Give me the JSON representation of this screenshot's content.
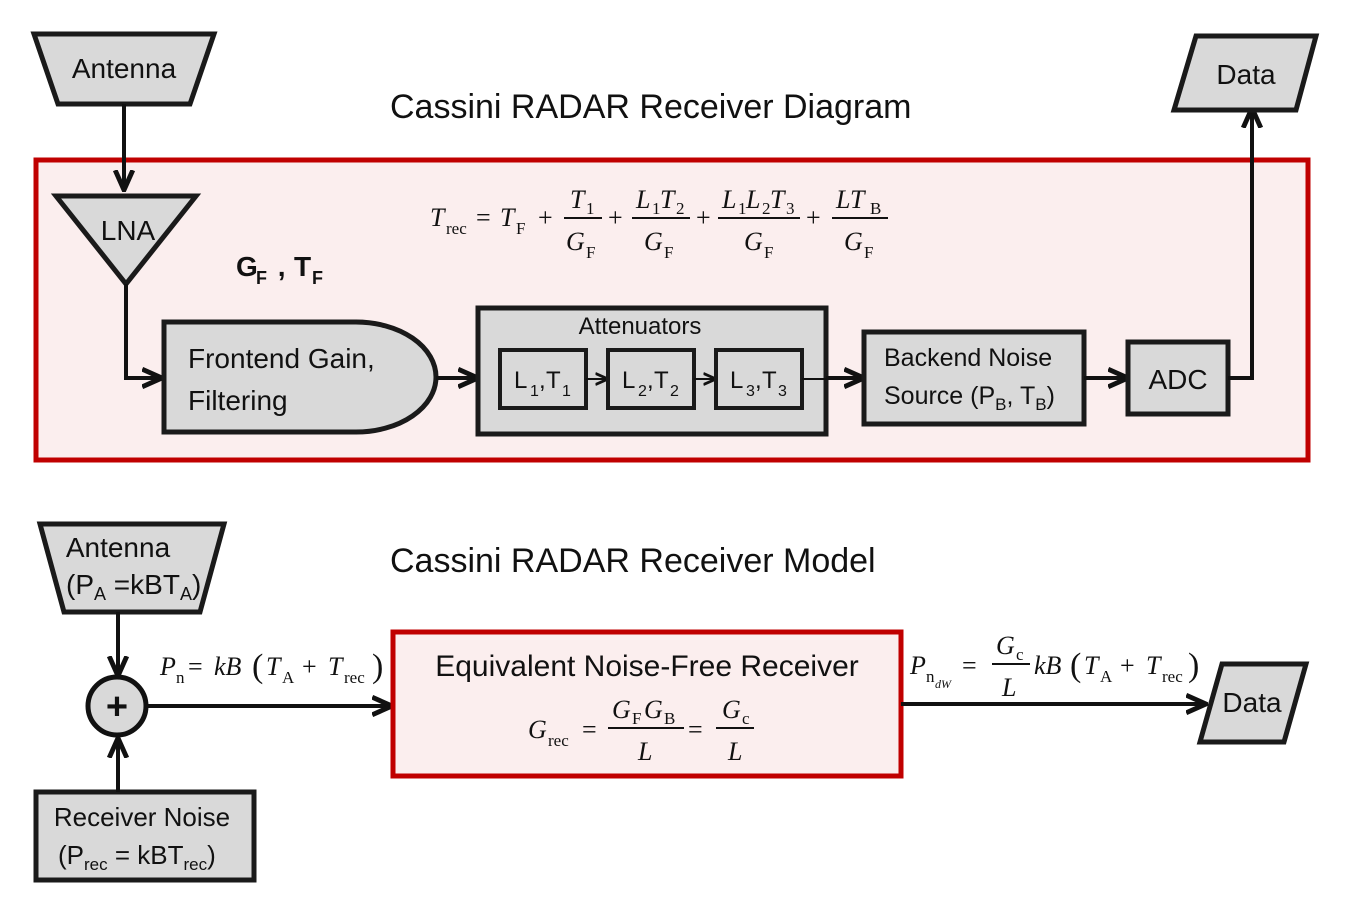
{
  "diagram": {
    "title": "Cassini RADAR Receiver Diagram",
    "antenna": "Antenna",
    "data": "Data",
    "lna": "LNA",
    "gain_label": {
      "g": "G",
      "g_sub": "F",
      "sep": " , ",
      "t": "T",
      "t_sub": "F"
    },
    "frontend": [
      "Frontend Gain,",
      "Filtering"
    ],
    "attenuators_title": "Attenuators",
    "attenuators": [
      {
        "l": "L",
        "l_sub": "1",
        "t": "T",
        "t_sub": "1"
      },
      {
        "l": "L",
        "l_sub": "2",
        "t": "T",
        "t_sub": "2"
      },
      {
        "l": "L",
        "l_sub": "3",
        "t": "T",
        "t_sub": "3"
      }
    ],
    "backend": {
      "line1": "Backend Noise",
      "line2_pre": "Source (P",
      "b_sub": "B",
      "mid": ", T",
      "b_sub2": "B",
      "end": ")"
    },
    "adc": "ADC",
    "equation": {
      "lhs": "T",
      "lhs_sub": "rec",
      "t1": "T",
      "tF_sub": "F",
      "frac1_num": "T",
      "frac1_num_sub": "1",
      "frac2_num_l": "L",
      "frac2_num_l_sub": "1",
      "frac2_num_t": "T",
      "frac2_num_t_sub": "2",
      "frac3_num": "L",
      "frac3_sub1": "1",
      "frac3_l2": "L",
      "frac3_sub2": "2",
      "frac3_t": "T",
      "frac3_sub3": "3",
      "frac4_num": "LT",
      "frac4_sub": "B",
      "den": "G",
      "den_sub": "F"
    }
  },
  "model": {
    "title": "Cassini RADAR Receiver Model",
    "antenna": [
      "Antenna",
      "(P",
      "A",
      " =kBT",
      "A",
      ")"
    ],
    "sum_symbol": "+",
    "receiver_noise": [
      "Receiver Noise",
      "(P",
      "rec",
      " = kBT",
      "rec",
      ")"
    ],
    "pn_eq": {
      "p": "P",
      "p_sub": "n",
      "rest": " = kB",
      "open": "(",
      "ta": "T",
      "ta_sub": "A",
      "plus": " + ",
      "tr": "T",
      "tr_sub": "rec",
      "close": ")"
    },
    "equiv_title": "Equivalent Noise-Free Receiver",
    "grec_eq": {
      "g": "G",
      "g_sub": "rec",
      "num1": "G",
      "num1_sub1": "F",
      "num1_g2": "G",
      "num1_sub2": "B",
      "den": "L",
      "num2": "G",
      "num2_sub": "c"
    },
    "out_eq": {
      "p": "P",
      "p_sub": "n",
      "p_subsub": "dW",
      "num": "G",
      "num_sub": "c",
      "den": "L",
      "rest": "kB",
      "ta": "T",
      "ta_sub": "A",
      "tr": "T",
      "tr_sub": "rec"
    },
    "data": "Data"
  },
  "colors": {
    "accent_red": "#c00000",
    "box_fill": "#d9d9d9",
    "panel_fill": "#fbeeee"
  }
}
